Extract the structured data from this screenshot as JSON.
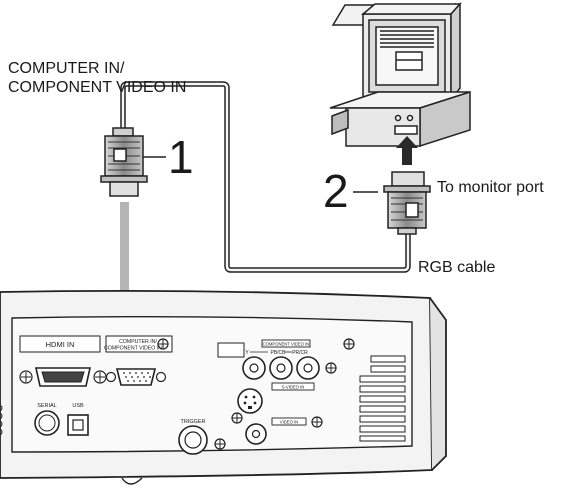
{
  "labels": {
    "computer_in": "COMPUTER IN/",
    "component_video_in": "COMPONENT VIDEO IN",
    "step1": "1",
    "step2": "2",
    "to_monitor_port": "To monitor port",
    "rgb_cable": "RGB cable"
  },
  "panel": {
    "hdmi_in": "HDMI IN",
    "computer_in_line1": "COMPUTER IN/",
    "computer_in_line2": "COMPONENT VIDEO IN",
    "component_video_in": "COMPONENT VIDEO IN",
    "y": "Y",
    "pb_cb": "PB/CB",
    "pr_cr": "PR/CR",
    "s_video_in": "S-VIDEO IN",
    "video_in": "VIDEO IN",
    "serial": "SERIAL",
    "usb": "USB",
    "trigger": "TRIGGER"
  }
}
